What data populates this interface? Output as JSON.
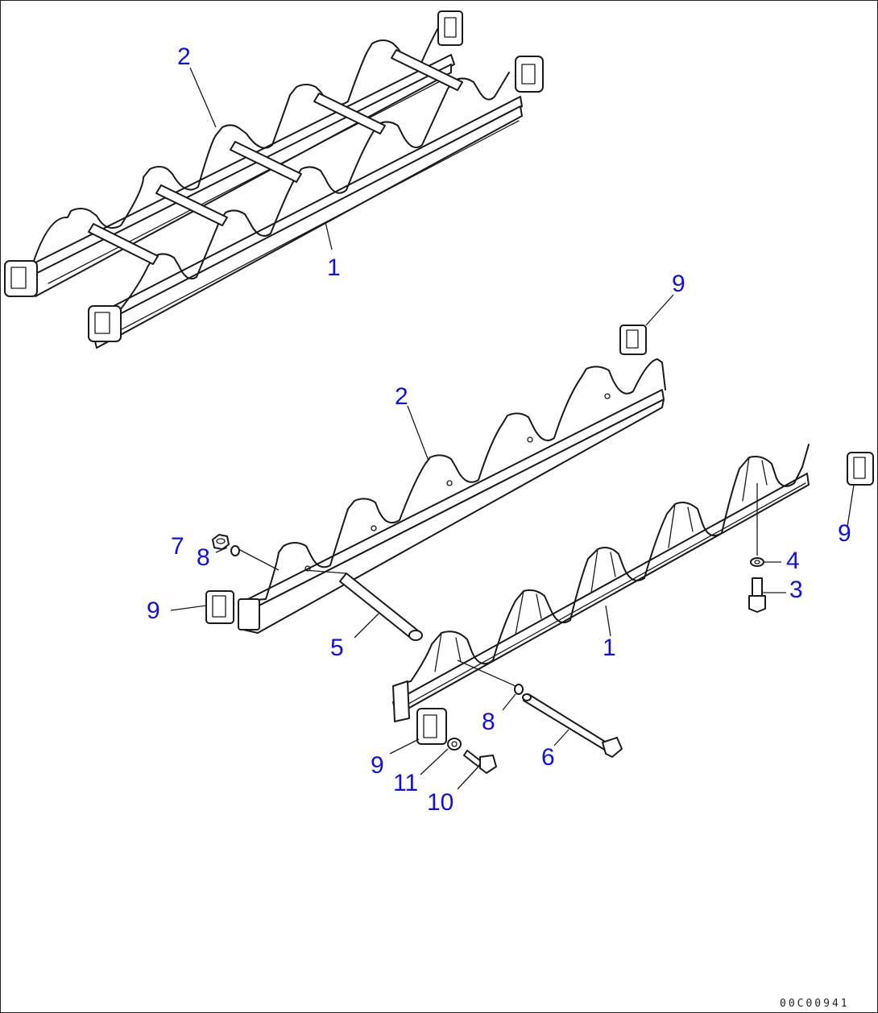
{
  "callouts": {
    "c1_top": "1",
    "c2_top": "2",
    "c9_top": "9",
    "c2_mid": "2",
    "c7": "7",
    "c8_left": "8",
    "c9_left": "9",
    "c5": "5",
    "c1_mid": "1",
    "c4": "4",
    "c3": "3",
    "c9_right": "9",
    "c8_bottom": "8",
    "c6": "6",
    "c9_bottom": "9",
    "c11": "11",
    "c10": "10"
  },
  "drawing_code": "00C00941",
  "colors": {
    "callout": "#1010e0",
    "line": "#1a1a1a"
  }
}
